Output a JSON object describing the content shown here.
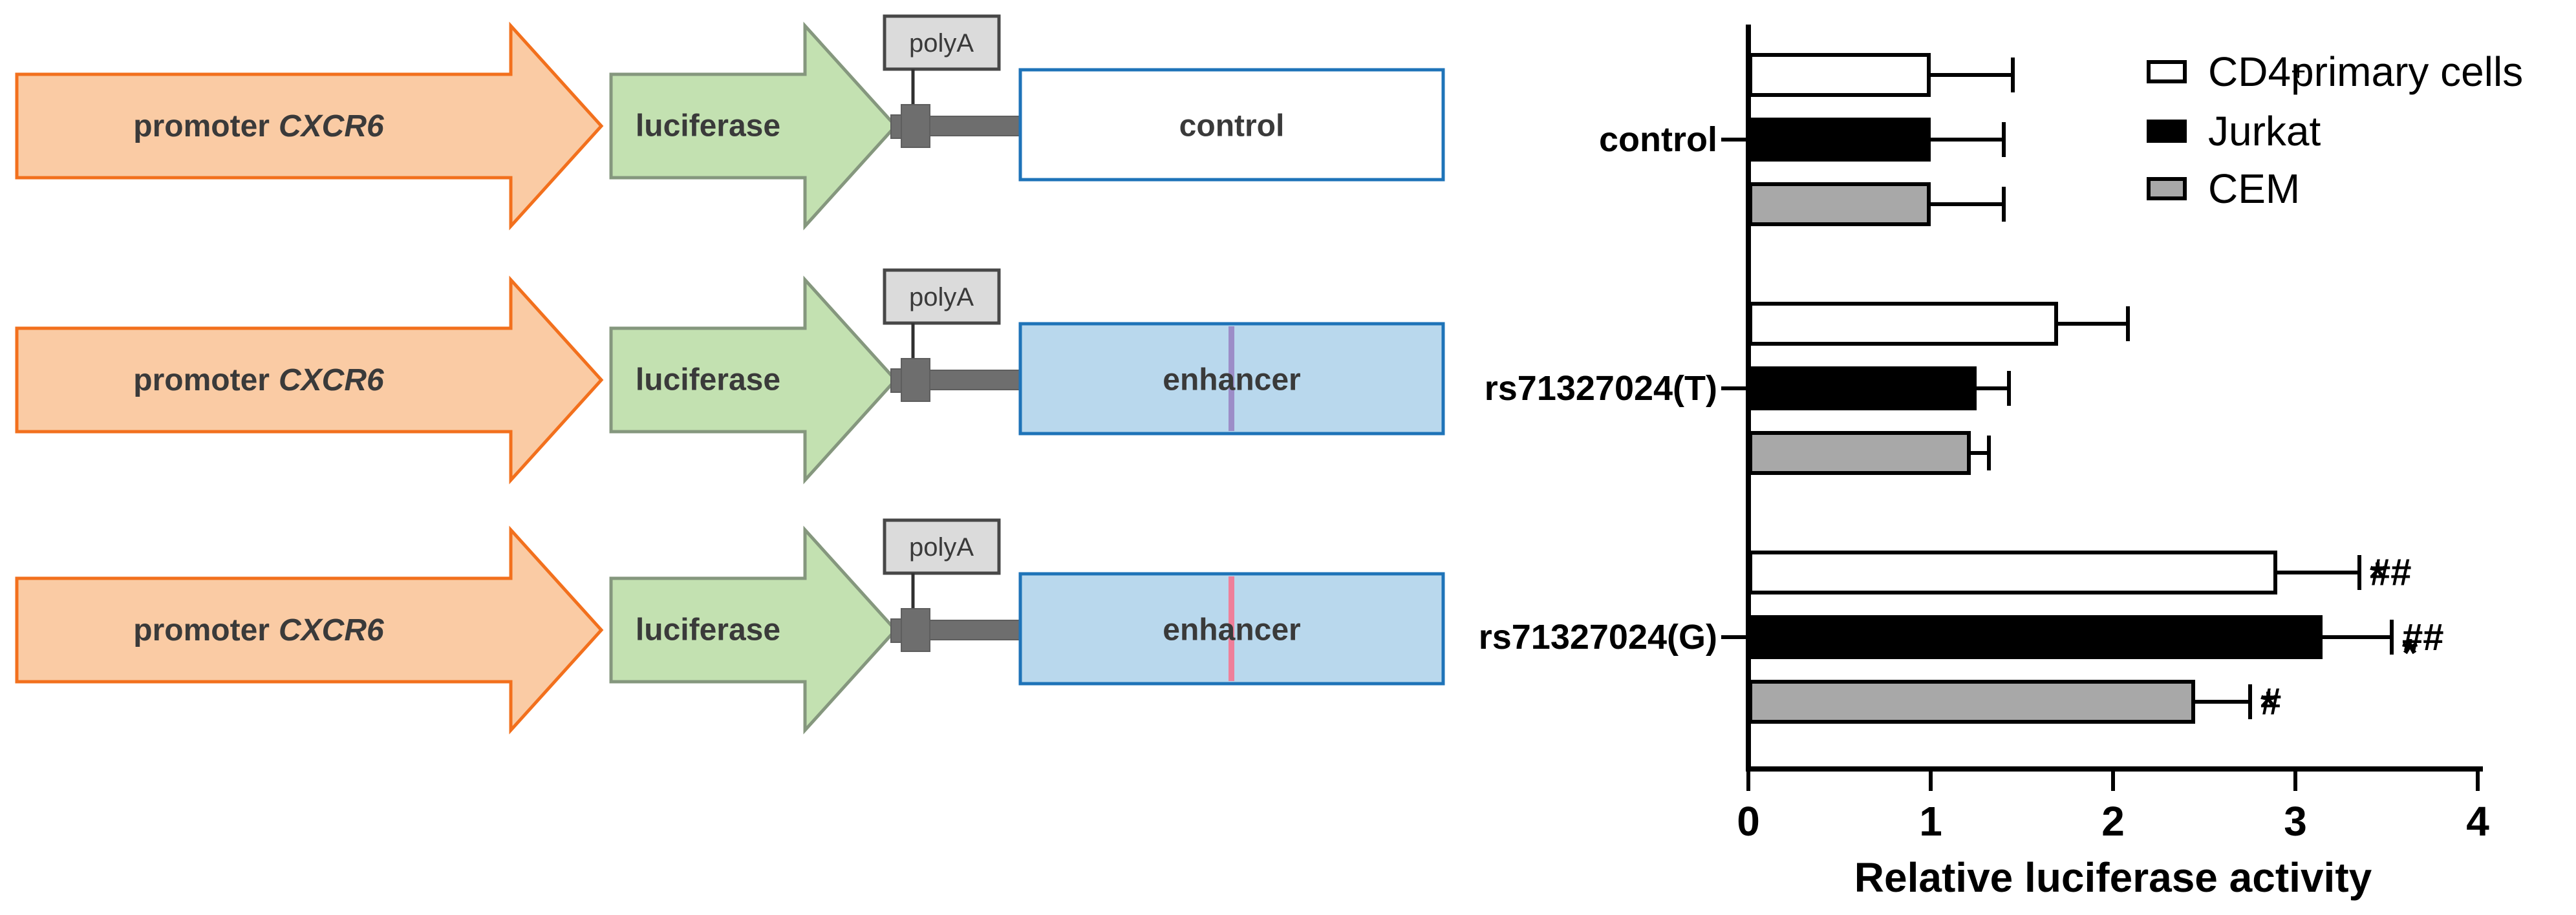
{
  "figure": {
    "background": "#ffffff",
    "description": "Luciferase reporter constructs and relative luciferase activity"
  },
  "diagram": {
    "colors": {
      "promoter_fill": "#FACBA4",
      "promoter_stroke": "#F2701D",
      "gene_fill": "#C3E1B1",
      "gene_stroke": "#85977E",
      "polya_fill": "#DBDBDB",
      "polya_stroke": "#474747",
      "connector_fill": "#6E6E6E",
      "connector_stroke": "#5E5E5E",
      "line_stroke": "#303030",
      "box_stroke": "#1E73B8",
      "label_text": "#3A3A3A"
    },
    "rows": [
      {
        "promoter_plain": "promoter",
        "promoter_gene": "CXCR6",
        "gene_label": "luciferase",
        "polya_label": "polyA",
        "box_label": "control",
        "box_fill": "#FFFFFF",
        "snp_color": ""
      },
      {
        "promoter_plain": "promoter",
        "promoter_gene": "CXCR6",
        "gene_label": "luciferase",
        "polya_label": "polyA",
        "box_label": "enhancer",
        "box_fill": "#B9D8ED",
        "snp_color": "#9C8DC8"
      },
      {
        "promoter_plain": "promoter",
        "promoter_gene": "CXCR6",
        "gene_label": "luciferase",
        "polya_label": "polyA",
        "box_label": "enhancer",
        "box_fill": "#B9D8ED",
        "snp_color": "#EF7F9A"
      }
    ]
  },
  "chart_data": {
    "type": "bar",
    "orientation": "horizontal",
    "title": "",
    "xlabel": "Relative luciferase activity",
    "xlim": [
      0,
      4
    ],
    "xticks": [
      0,
      1,
      2,
      3,
      4
    ],
    "grid": false,
    "legend_position": "top-right",
    "categories": [
      "control",
      "rs71327024(T)",
      "rs71327024(G)"
    ],
    "series": [
      {
        "name": "CD4+primary cells",
        "fill": "#FFFFFF",
        "values": [
          1.0,
          1.7,
          2.9
        ],
        "errors": [
          0.45,
          0.38,
          0.45
        ],
        "annotations": [
          null,
          null,
          {
            "stars": "*",
            "hashes": "##",
            "stacked": false
          }
        ]
      },
      {
        "name": "Jurkat",
        "fill": "#000000",
        "values": [
          1.0,
          1.25,
          3.15
        ],
        "errors": [
          0.4,
          0.18,
          0.38
        ],
        "annotations": [
          null,
          null,
          {
            "stars": "***",
            "hashes": "##",
            "stacked": true
          }
        ]
      },
      {
        "name": "CEM",
        "fill": "#A8A8A8",
        "values": [
          1.0,
          1.22,
          2.45
        ],
        "errors": [
          0.4,
          0.1,
          0.3
        ],
        "annotations": [
          null,
          null,
          {
            "stars": "*",
            "hashes": "#",
            "stacked": false
          }
        ]
      }
    ]
  }
}
